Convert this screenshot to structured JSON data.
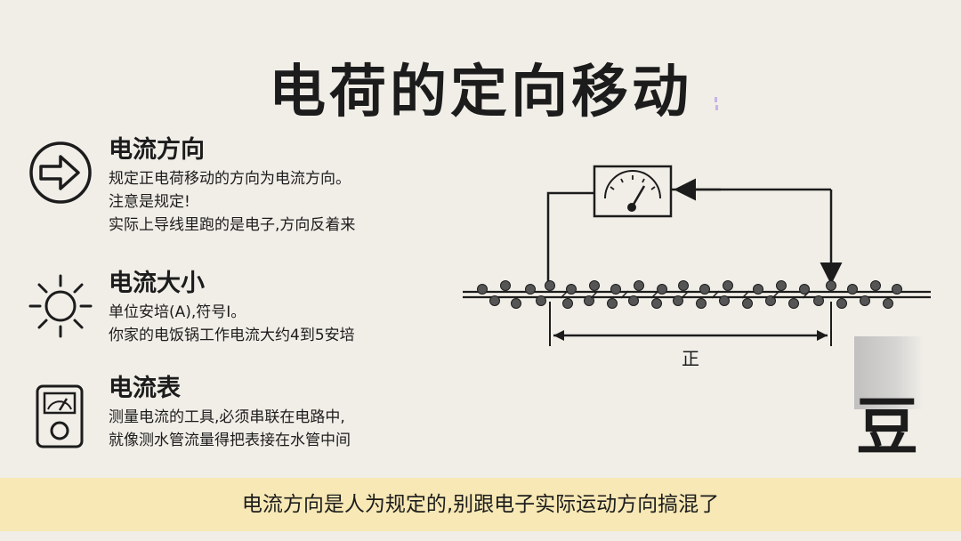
{
  "title": "电荷的定向移动",
  "sections": [
    {
      "icon": "right-arrow-icon",
      "title": "电流方向",
      "lines": [
        "规定正电荷移动的方向为电流方向。",
        "注意是规定!",
        "实际上导线里跑的是电子,方向反着来"
      ]
    },
    {
      "icon": "sun-icon",
      "title": "电流大小",
      "lines": [
        "单位安培(A),符号I。",
        "你家的电饭锅工作电流大约4到5安培"
      ]
    },
    {
      "icon": "ammeter-icon",
      "title": "电流表",
      "lines": [
        "测量电流的工具,必须串联在电路中,",
        "就像测水管流量得把表接在水管中间"
      ]
    }
  ],
  "diagram": {
    "span_label": "正",
    "colors": {
      "dot": "#555555",
      "line": "#1c1c1c"
    }
  },
  "bottom_banner": "电流方向是人为规定的,别跟电子实际运动方向搞混了",
  "logo_char": "豆",
  "colors": {
    "banner": "#f7e8b5",
    "background": "#f1eee8"
  }
}
